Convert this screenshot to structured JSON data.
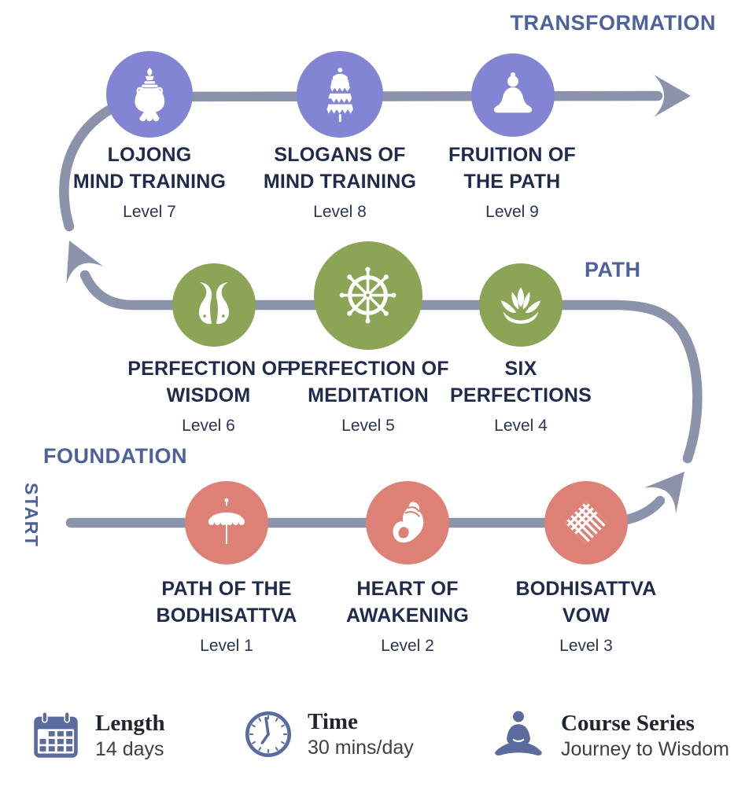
{
  "sections": {
    "transformation": "TRANSFORMATION",
    "path": "PATH",
    "foundation": "FOUNDATION",
    "start": "START"
  },
  "rows": {
    "transformation": {
      "color": "#8185D3",
      "items": [
        {
          "lines": [
            "LOJONG",
            "MIND TRAINING"
          ],
          "level": "Level 7",
          "icon": "treasure-vase-icon"
        },
        {
          "lines": [
            "SLOGANS OF",
            "MIND TRAINING"
          ],
          "level": "Level 8",
          "icon": "victory-banner-icon"
        },
        {
          "lines": [
            "FRUITION OF",
            "THE PATH"
          ],
          "level": "Level 9",
          "icon": "buddha-icon"
        }
      ]
    },
    "path": {
      "color": "#8CA455",
      "items": [
        {
          "lines": [
            "PERFECTION OF",
            "WISDOM"
          ],
          "level": "Level 6",
          "icon": "two-fishes-icon"
        },
        {
          "lines": [
            "PERFECTION OF",
            "MEDITATION"
          ],
          "level": "Level 5",
          "icon": "dharma-wheel-icon"
        },
        {
          "lines": [
            "SIX",
            "PERFECTIONS"
          ],
          "level": "Level 4",
          "icon": "lotus-icon"
        }
      ]
    },
    "foundation": {
      "color": "#DD8176",
      "items": [
        {
          "lines": [
            "PATH OF THE",
            "BODHISATTVA"
          ],
          "level": "Level 1",
          "icon": "parasol-icon"
        },
        {
          "lines": [
            "HEART OF",
            "AWAKENING"
          ],
          "level": "Level 2",
          "icon": "conch-shell-icon"
        },
        {
          "lines": [
            "BODHISATTVA",
            "VOW"
          ],
          "level": "Level 3",
          "icon": "endless-knot-icon"
        }
      ]
    }
  },
  "info": [
    {
      "label": "Length",
      "value": "14 days",
      "icon": "calendar-icon"
    },
    {
      "label": "Time",
      "value": "30 mins/day",
      "icon": "clock-icon"
    },
    {
      "label": "Course Series",
      "value": "Journey to Wisdom",
      "icon": "meditation-person-icon"
    }
  ],
  "colors": {
    "line": "#8A93A9",
    "section_label": "#4D619B",
    "title_text": "#1F2B4D",
    "info_icon": "#5A6B9E",
    "purple": "#8185D3",
    "green": "#8CA455",
    "salmon": "#DD8176"
  }
}
